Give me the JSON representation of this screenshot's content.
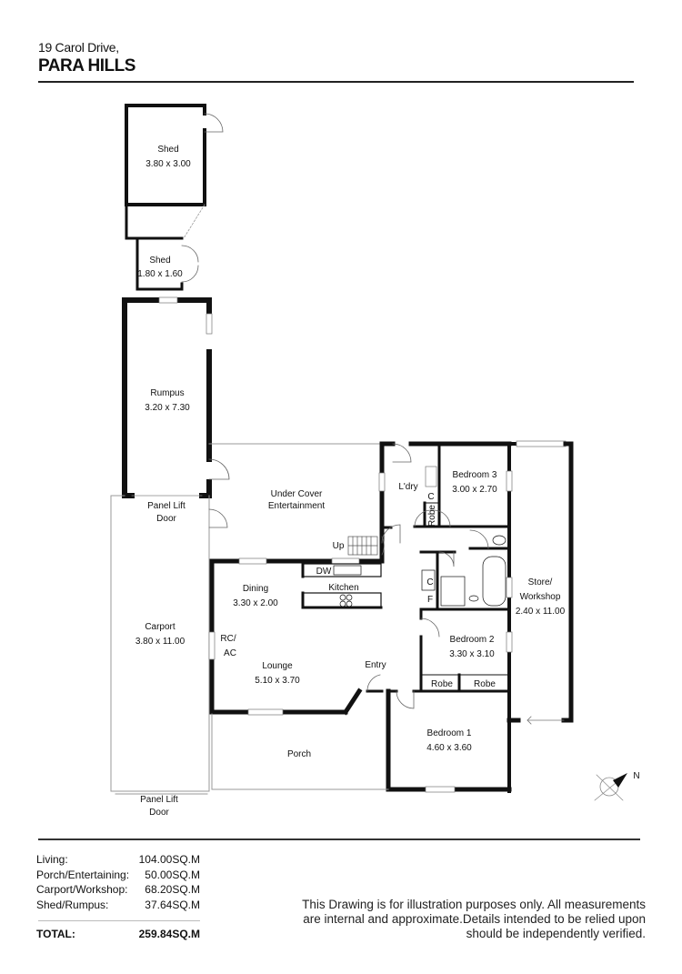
{
  "header": {
    "address_line1": "19 Carol Drive,",
    "address_line2": "PARA HILLS"
  },
  "rooms": {
    "shed_large": {
      "name": "Shed",
      "size": "3.80 x 3.00"
    },
    "shed_small": {
      "name": "Shed",
      "size": "1.80 x 1.60"
    },
    "rumpus": {
      "name": "Rumpus",
      "size": "3.20 x 7.30"
    },
    "panel_lift_door_top": {
      "line1": "Panel Lift",
      "line2": "Door"
    },
    "panel_lift_door_bottom": {
      "line1": "Panel Lift",
      "line2": "Door"
    },
    "under_cover": {
      "line1": "Under Cover",
      "line2": "Entertainment"
    },
    "laundry": {
      "name": "L'dry"
    },
    "laundry_cupboard": {
      "name": "C"
    },
    "robe_bed3": {
      "name": "Robe"
    },
    "bedroom3": {
      "name": "Bedroom 3",
      "size": "3.00 x 2.70"
    },
    "stairs": {
      "name": "Up"
    },
    "dishwasher": {
      "name": "DW"
    },
    "dining": {
      "name": "Dining",
      "size": "3.30 x 2.00"
    },
    "kitchen": {
      "name": "Kitchen"
    },
    "carport": {
      "name": "Carport",
      "size": "3.80 x 11.00"
    },
    "rc_ac": {
      "line1": "RC/",
      "line2": "AC"
    },
    "lounge": {
      "name": "Lounge",
      "size": "5.10 x 3.70"
    },
    "entry": {
      "name": "Entry"
    },
    "hall_cupboard": {
      "name": "C"
    },
    "fridge": {
      "name": "F"
    },
    "bedroom2": {
      "name": "Bedroom 2",
      "size": "3.30 x 3.10"
    },
    "robe_a": {
      "name": "Robe"
    },
    "robe_b": {
      "name": "Robe"
    },
    "store_workshop": {
      "line1": "Store/",
      "line2": "Workshop",
      "size": "2.40 x 11.00"
    },
    "bedroom1": {
      "name": "Bedroom 1",
      "size": "4.60 x 3.60"
    },
    "porch": {
      "name": "Porch"
    }
  },
  "compass": {
    "label": "N"
  },
  "areas": [
    {
      "label": "Living:",
      "value": "104.00SQ.M"
    },
    {
      "label": "Porch/Entertaining:",
      "value": "50.00SQ.M"
    },
    {
      "label": "Carport/Workshop:",
      "value": "68.20SQ.M"
    },
    {
      "label": "Shed/Rumpus:",
      "value": "37.64SQ.M"
    }
  ],
  "total": {
    "label": "TOTAL:",
    "value": "259.84SQ.M"
  },
  "disclaimer": "This Drawing is for illustration purposes only. All measurements are internal and approximate.Details intended to be relied upon should be independently verified."
}
